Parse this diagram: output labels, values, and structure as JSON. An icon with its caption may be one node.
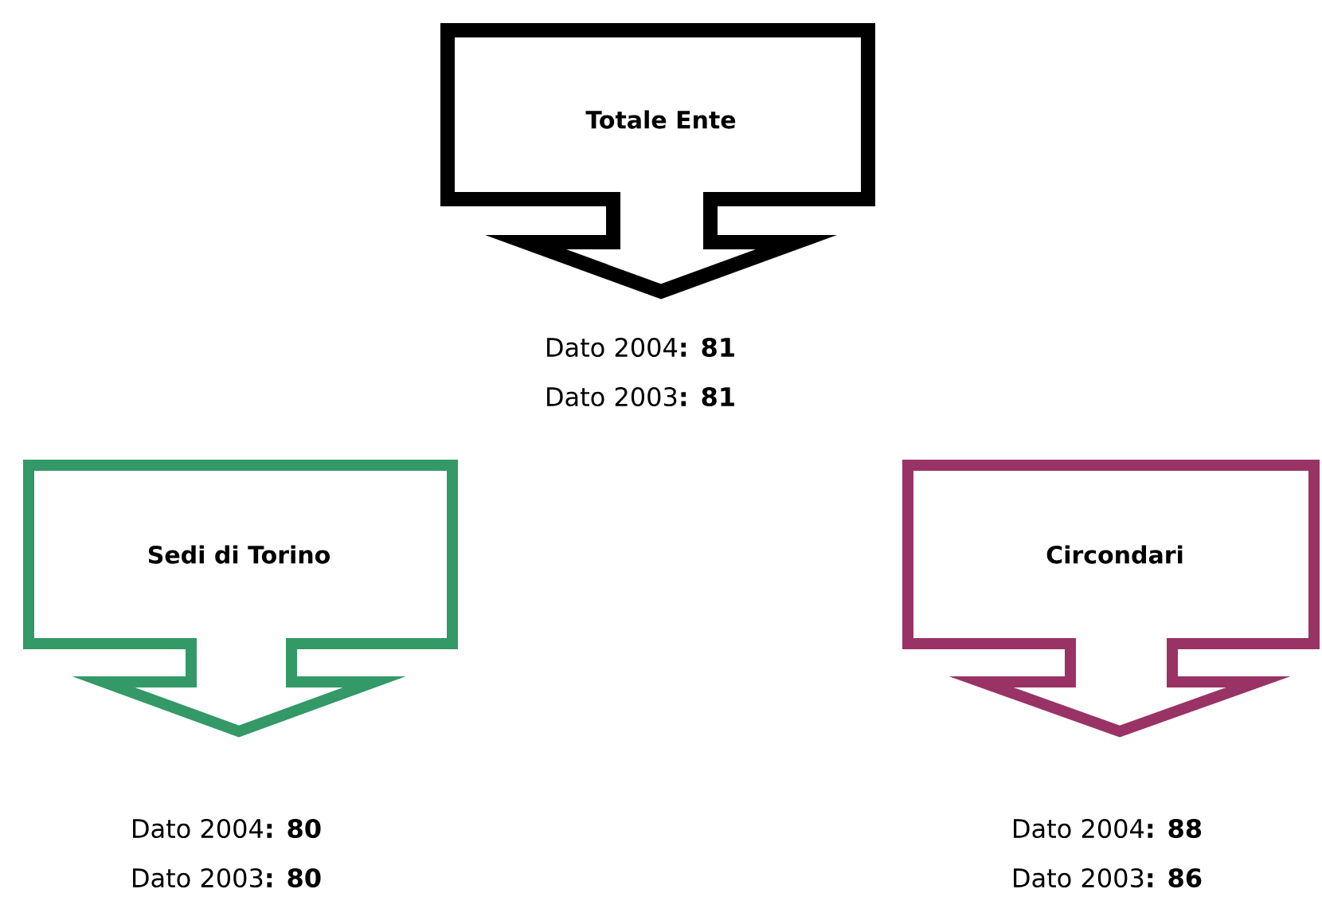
{
  "diagram": {
    "nodes": [
      {
        "text": [
          "Totale Ente"
        ],
        "beside": [
          "Dato 2004**: 81**",
          "Dato 2003**: 81**"
        ]
      },
      {
        "text": [
          "Sedi di Torino"
        ],
        "beside": [
          "Dato 2004**: 80**",
          "Dato 2003**: 80**"
        ]
      },
      {
        "text": [
          "Circondari"
        ],
        "beside": [
          "Dato 2004**: 88**",
          "Dato 2003**: 86**"
        ]
      }
    ]
  }
}
